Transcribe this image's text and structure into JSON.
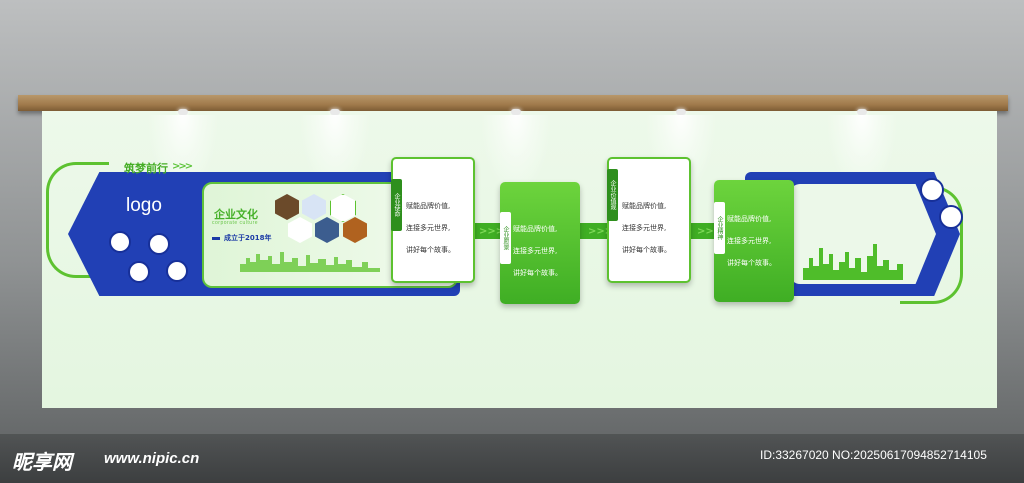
{
  "colors": {
    "brand_blue": "#2140b5",
    "brand_green": "#3fae24",
    "light_green": "#e4f6e0",
    "wood": "#a07a4b"
  },
  "left_panel": {
    "logo": "logo",
    "slogan": "筑梦前行",
    "slogan_arrows": ">>>",
    "culture_title": "企业文化",
    "culture_subtitle": "corporate culture",
    "founded": "成立于2018年"
  },
  "cards": [
    {
      "tab": "企业使命",
      "lines": [
        "赋能品牌价值,",
        "连接多元世界,",
        "讲好每个故事。"
      ],
      "style": "white"
    },
    {
      "tab": "企业愿景",
      "lines": [
        "赋能品牌价值,",
        "连接多元世界,",
        "讲好每个故事。"
      ],
      "style": "green"
    },
    {
      "tab": "企业价值观",
      "lines": [
        "赋能品牌价值,",
        "连接多元世界,",
        "讲好每个故事。"
      ],
      "style": "white"
    },
    {
      "tab": "企业精神",
      "lines": [
        "赋能品牌价值,",
        "连接多元世界,",
        "讲好每个故事。"
      ],
      "style": "green"
    }
  ],
  "connector_arrows": ">>>",
  "watermark": {
    "logo": "昵享网",
    "url": "www.nipic.cn",
    "id": "ID:33267020 NO:20250617094852714105"
  }
}
